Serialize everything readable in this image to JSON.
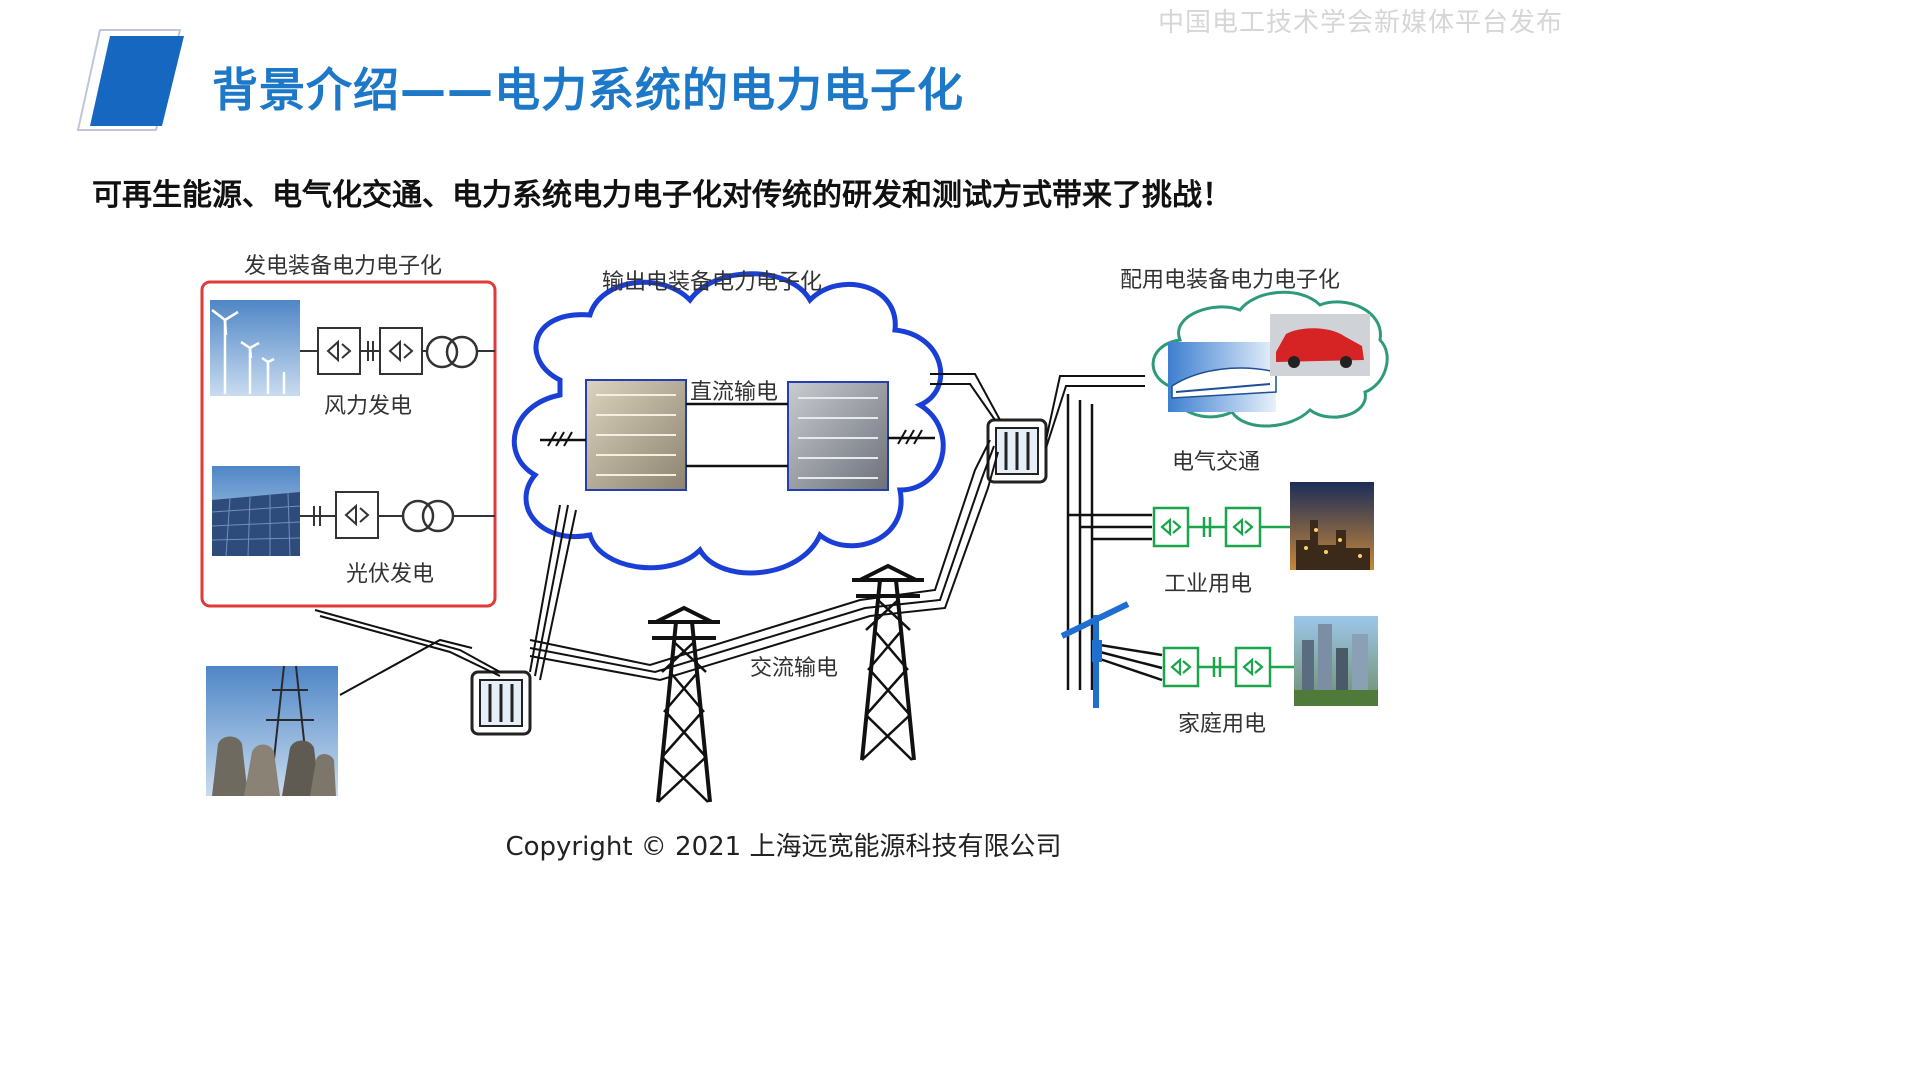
{
  "watermark": "中国电工技术学会新媒体平台发布",
  "title": "背景介绍——电力系统的电力电子化",
  "subtitle": "可再生能源、电气化交通、电力系统电力电子化对传统的研发和测试方式带来了挑战！",
  "diagram": {
    "generation_group_label": "发电装备电力电子化",
    "transmission_group_label": "输出电装备电力电子化",
    "distribution_group_label": "配用电装备电力电子化",
    "wind_label": "风力发电",
    "pv_label": "光伏发电",
    "hvdc_label": "直流输电",
    "ac_label": "交流输电",
    "ev_label": "电气交通",
    "industry_label": "工业用电",
    "home_label": "家庭用电"
  },
  "colors": {
    "title_blue": "#1d79c8",
    "cloud_blue": "#1a3fd6",
    "gen_box_red": "#e03a3a",
    "converter_green": "#1aa54a",
    "ev_cloud_green": "#2f9a7a"
  },
  "footer": "Copyright © 2021 上海远宽能源科技有限公司"
}
